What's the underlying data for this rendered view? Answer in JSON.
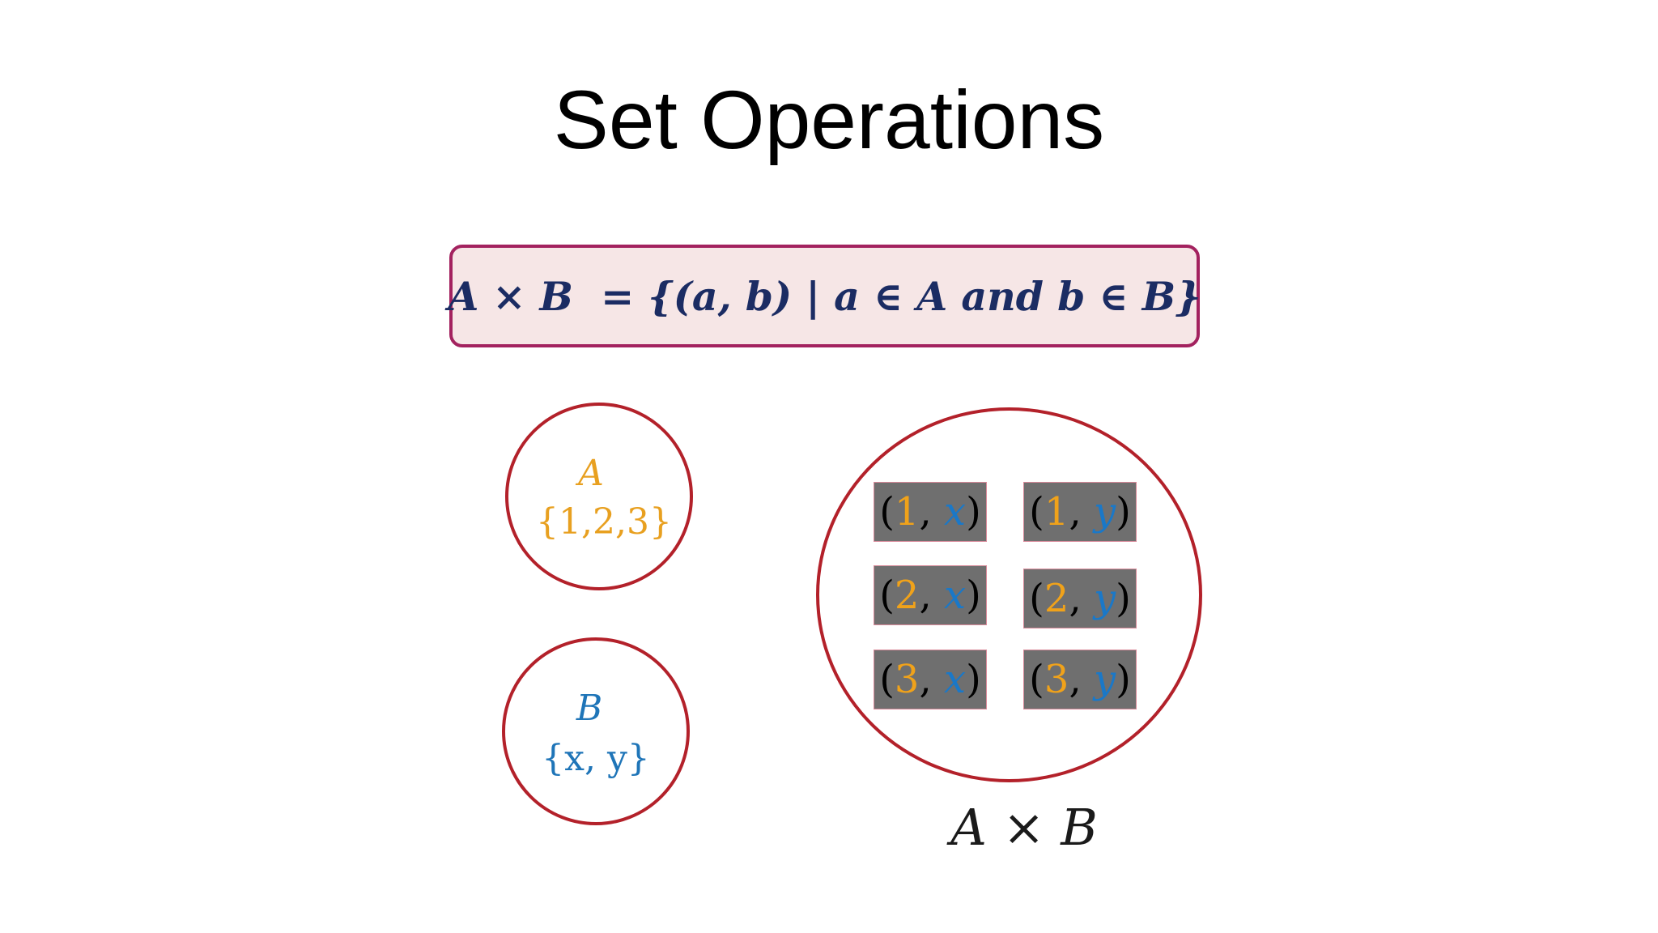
{
  "slide": {
    "title": "Set Operations",
    "definition": {
      "lhs": "A × B",
      "rhs": "= {(a, b) | a ∈ A and b ∈ B}"
    },
    "sets": [
      {
        "name": "A",
        "elements": "{1,2,3}",
        "color": "#e8a020"
      },
      {
        "name": "B",
        "elements": "{x, y}",
        "color": "#1f75b8"
      }
    ],
    "product": {
      "label": "A × B",
      "pairs": [
        {
          "a": "1",
          "b": "x"
        },
        {
          "a": "1",
          "b": "y"
        },
        {
          "a": "2",
          "b": "x"
        },
        {
          "a": "2",
          "b": "y"
        },
        {
          "a": "3",
          "b": "x"
        },
        {
          "a": "3",
          "b": "y"
        }
      ]
    },
    "colors": {
      "circle_border": "#b3212a",
      "box_border": "#a3225f",
      "box_fill": "#f6e6e6",
      "formula_text": "#1b2c63",
      "pair_fill": "#6f6f6f"
    }
  }
}
